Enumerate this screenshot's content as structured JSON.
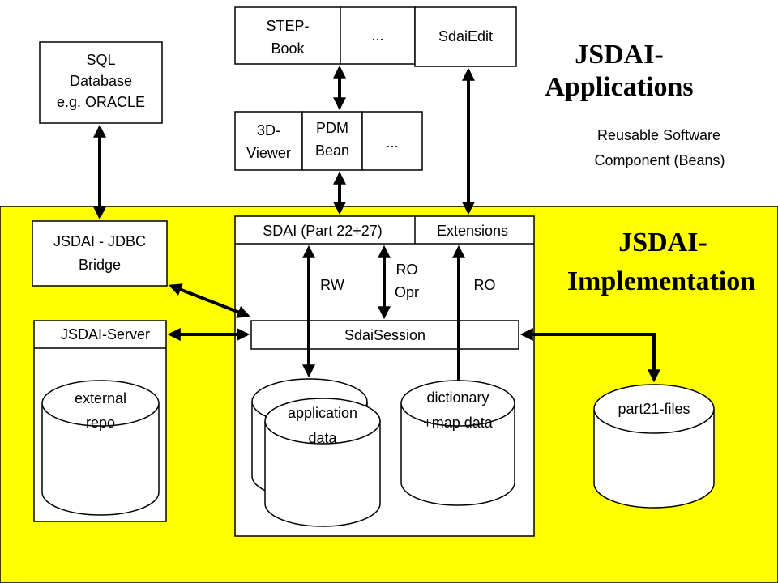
{
  "colors": {
    "implementation_bg": "#ffff00",
    "stroke": "#000000",
    "box_fill": "#ffffff"
  },
  "titles": {
    "applications_line1": "JSDAI-",
    "applications_line2": "Applications",
    "implementation_line1": "JSDAI-",
    "implementation_line2": "Implementation",
    "reusable_line1": "Reusable Software",
    "reusable_line2": "Component (Beans)"
  },
  "boxes": {
    "sql_line1": "SQL",
    "sql_line2": "Database",
    "sql_line3": "e.g. ORACLE",
    "stepbook_line1": "STEP-",
    "stepbook_line2": "Book",
    "top_ellipsis": "...",
    "sdaiedit": "SdaiEdit",
    "viewer_line1": "3D-",
    "viewer_line2": "Viewer",
    "pdm_line1": "PDM",
    "pdm_line2": "Bean",
    "mid_ellipsis": "...",
    "jdbc_line1": "JSDAI - JDBC",
    "jdbc_line2": "Bridge",
    "server": "JSDAI-Server",
    "sdai_part": "SDAI (Part 22+27)",
    "extensions": "Extensions",
    "session": "SdaiSession"
  },
  "access": {
    "rw": "RW",
    "ro_opr_line1": "RO",
    "ro_opr_line2": "Opr",
    "ro": "RO"
  },
  "cylinders": {
    "external_line1": "external",
    "external_line2": "repo",
    "application_line1": "application",
    "application_line2": "data",
    "dictionary_line1": "dictionary",
    "dictionary_line2": "+map data",
    "part21": "part21-files"
  }
}
